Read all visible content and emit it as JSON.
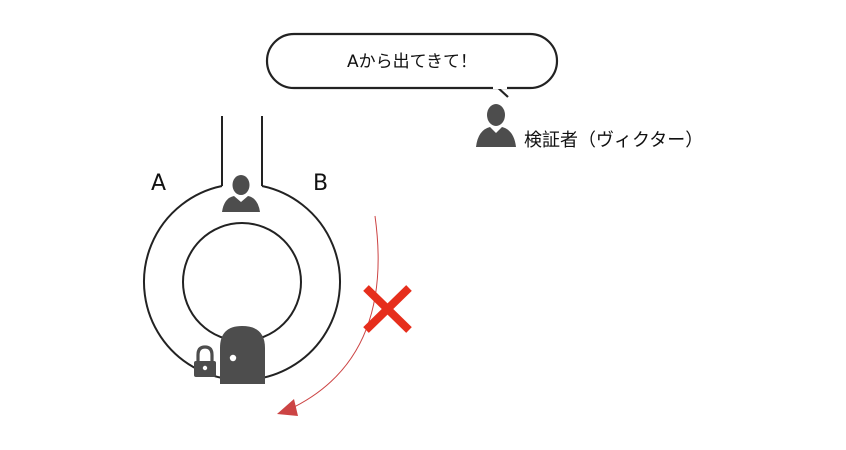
{
  "speech_bubble": {
    "text": "Aから出てきて！"
  },
  "verifier": {
    "label": "検証者（ヴィクター）",
    "icon": "person-icon"
  },
  "cave": {
    "path_a_label": "A",
    "path_b_label": "B",
    "prover_icon": "person-icon",
    "door_icon": "door-icon",
    "lock_icon": "padlock-icon"
  },
  "colors": {
    "outline": "#222222",
    "icon": "#4d4d4d",
    "cross": "#e62e1c",
    "arrow": "#cc4444"
  }
}
